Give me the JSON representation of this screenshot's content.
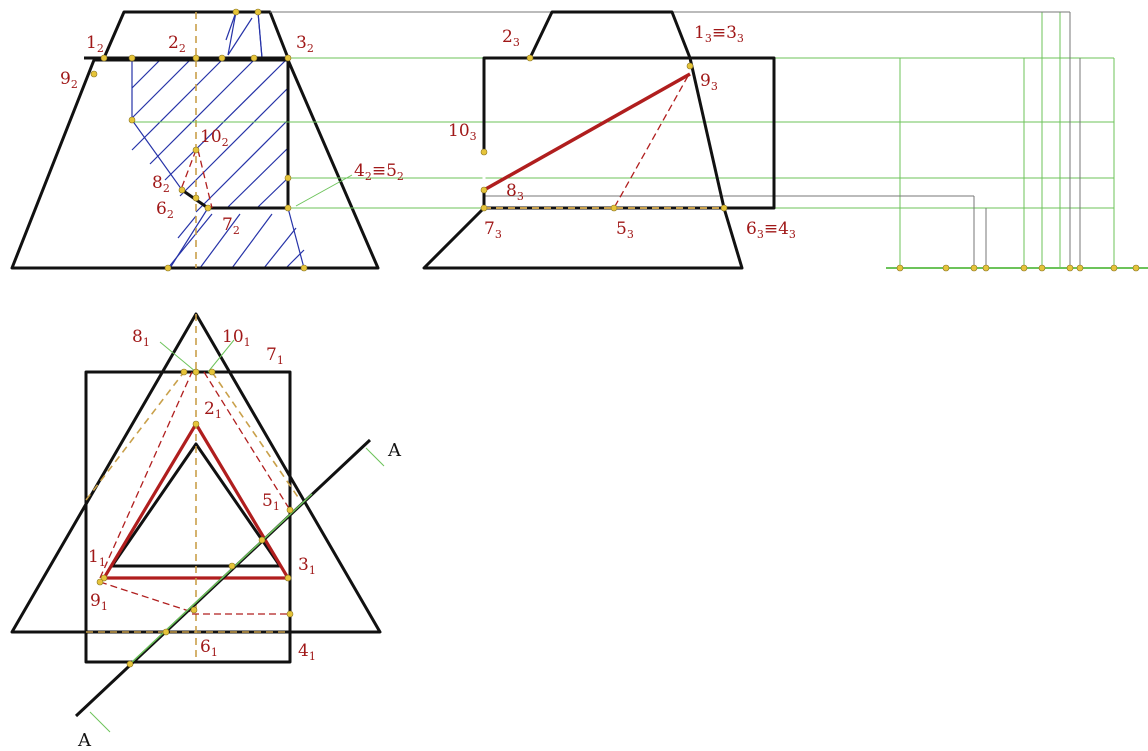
{
  "colors": {
    "outline": "#111111",
    "section": "#b01e1e",
    "hatch": "#2633a8",
    "construction": "#6cc35a",
    "hidden": "#c9a04a",
    "point": "#e6c43a",
    "label": "#a01818"
  },
  "front_view": {
    "labels": [
      {
        "main": "1",
        "sub": "2"
      },
      {
        "main": "2",
        "sub": "2"
      },
      {
        "main": "3",
        "sub": "2"
      },
      {
        "main": "9",
        "sub": "2"
      },
      {
        "main": "10",
        "sub": "2"
      },
      {
        "main": "4",
        "sub": "2",
        "eq": "≡",
        "main2": "5",
        "sub2": "2"
      },
      {
        "main": "8",
        "sub": "2"
      },
      {
        "main": "6",
        "sub": "2"
      },
      {
        "main": "7",
        "sub": "2"
      }
    ]
  },
  "side_view": {
    "labels": [
      {
        "main": "2",
        "sub": "3"
      },
      {
        "main": "1",
        "sub": "3",
        "eq": "≡",
        "main2": "3",
        "sub2": "3"
      },
      {
        "main": "9",
        "sub": "3"
      },
      {
        "main": "10",
        "sub": "3"
      },
      {
        "main": "8",
        "sub": "3"
      },
      {
        "main": "7",
        "sub": "3"
      },
      {
        "main": "5",
        "sub": "3"
      },
      {
        "main": "6",
        "sub": "3",
        "eq": "≡",
        "main2": "4",
        "sub2": "3"
      }
    ]
  },
  "top_view": {
    "labels": [
      {
        "main": "8",
        "sub": "1"
      },
      {
        "main": "10",
        "sub": "1"
      },
      {
        "main": "7",
        "sub": "1"
      },
      {
        "main": "2",
        "sub": "1"
      },
      {
        "main": "5",
        "sub": "1"
      },
      {
        "main": "1",
        "sub": "1"
      },
      {
        "main": "3",
        "sub": "1"
      },
      {
        "main": "9",
        "sub": "1"
      },
      {
        "main": "6",
        "sub": "1"
      },
      {
        "main": "4",
        "sub": "1"
      }
    ],
    "cut_labels": [
      "A",
      "A"
    ]
  }
}
